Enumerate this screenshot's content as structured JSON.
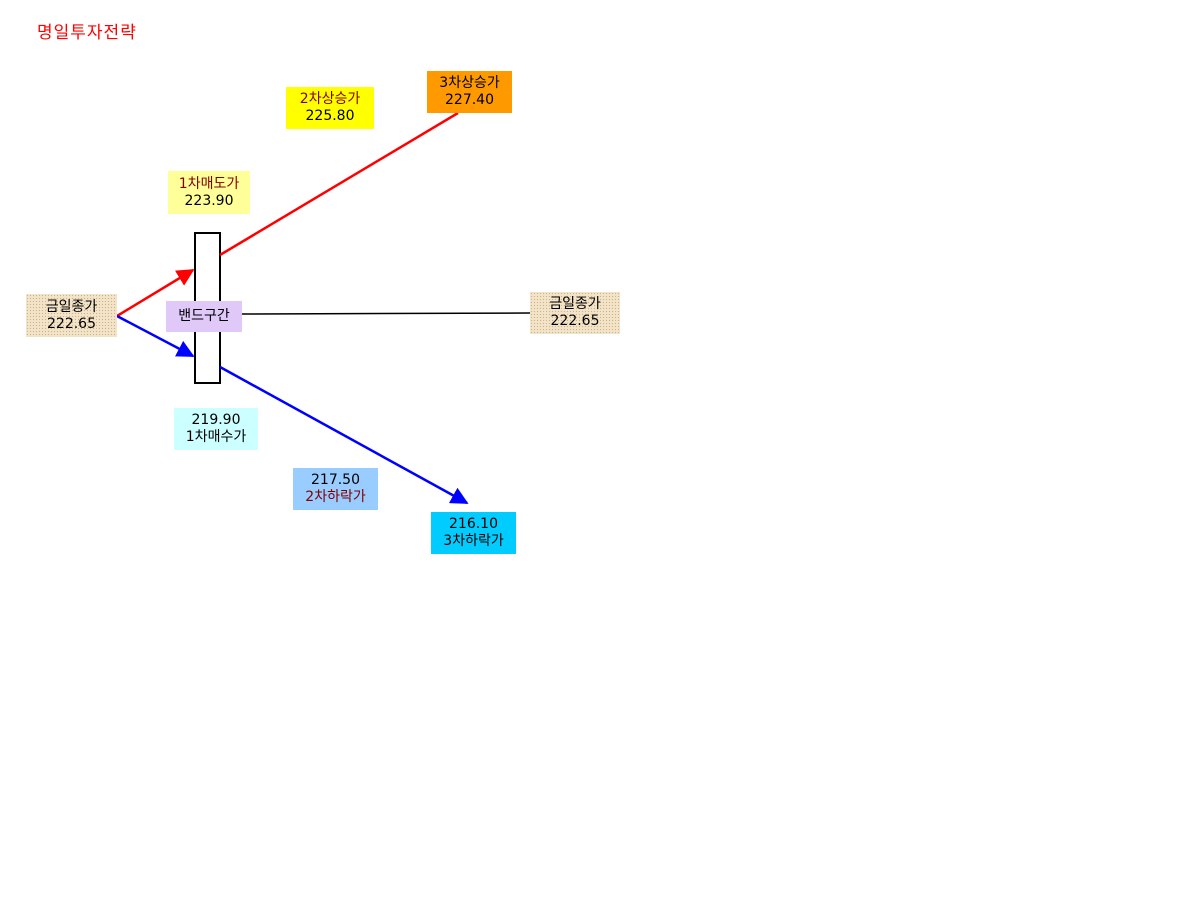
{
  "title": "명일투자전략",
  "colors": {
    "title": "#ff0000",
    "rise_line": "#ff0000",
    "fall_line": "#0000ff",
    "neutral_line": "#000000",
    "close_box": "#f3e3c8",
    "sell1_box": "#ffff99",
    "rise2_box": "#ffff00",
    "rise3_box": "#ff9900",
    "band_box": "#e0c8f8",
    "buy1_box": "#ccffff",
    "fall2_box": "#99ccff",
    "fall3_box": "#00ccff",
    "label_dark": "#800000"
  },
  "boxes": {
    "close_left": {
      "label": "금일종가",
      "value": "222.65"
    },
    "close_right": {
      "label": "금일종가",
      "value": "222.65"
    },
    "sell1": {
      "label": "1차매도가",
      "value": "223.90"
    },
    "rise2": {
      "label": "2차상승가",
      "value": "225.80"
    },
    "rise3": {
      "label": "3차상승가",
      "value": "227.40"
    },
    "band": {
      "label": "밴드구간"
    },
    "buy1": {
      "value": "219.90",
      "label": "1차매수가"
    },
    "fall2": {
      "value": "217.50",
      "label": "2차하락가"
    },
    "fall3": {
      "value": "216.10",
      "label": "3차하락가"
    }
  }
}
